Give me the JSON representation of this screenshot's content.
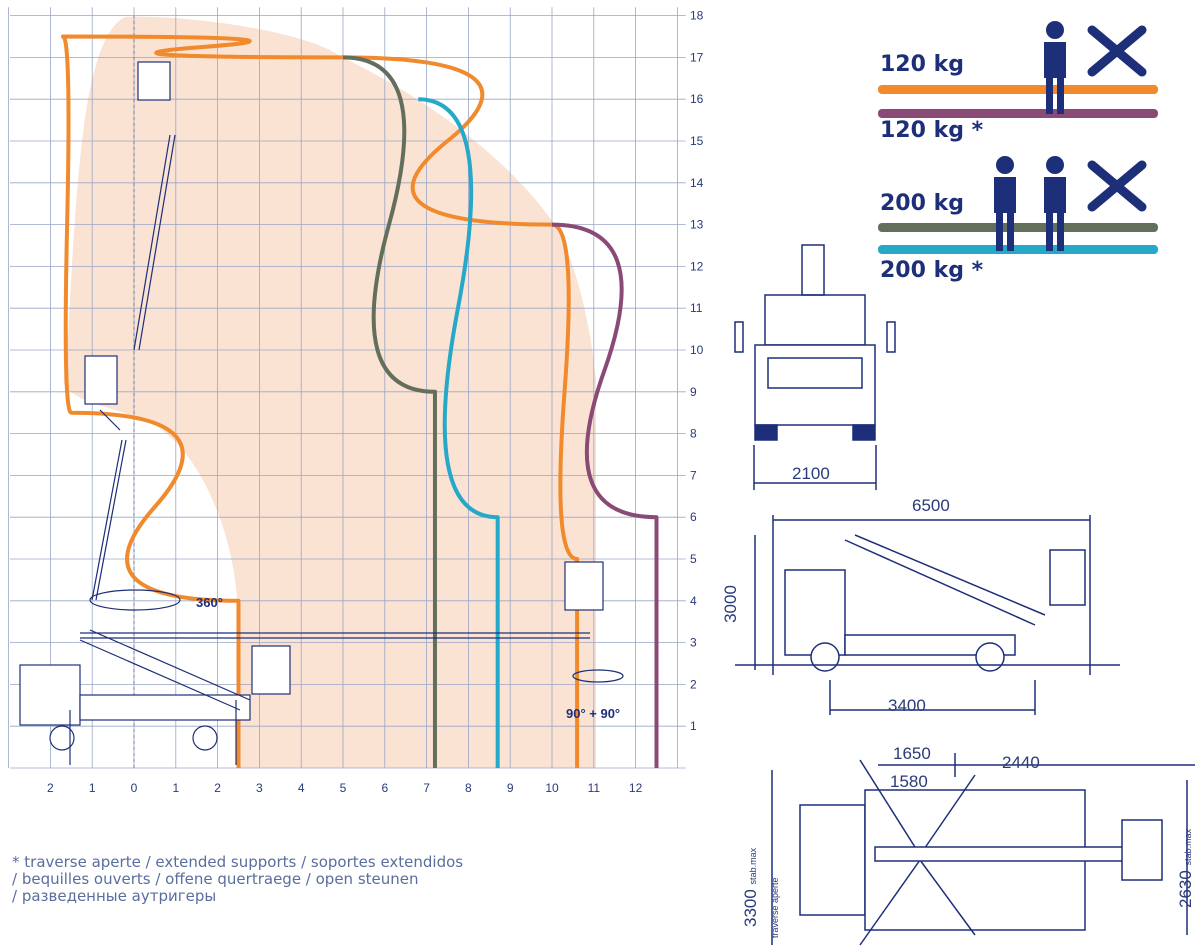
{
  "chart_data": {
    "type": "diagram",
    "x_ticks": [
      "2",
      "1",
      "0",
      "1",
      "2",
      "3",
      "4",
      "5",
      "6",
      "7",
      "8",
      "9",
      "10",
      "11",
      "12"
    ],
    "y_ticks": [
      "1",
      "2",
      "3",
      "4",
      "5",
      "6",
      "7",
      "8",
      "9",
      "10",
      "11",
      "12",
      "13",
      "14",
      "15",
      "16",
      "17",
      "18"
    ],
    "rotation_labels": [
      "360°",
      "90° + 90°"
    ],
    "series": [
      {
        "color": "#f08a2c",
        "values": [
          [
            2.5,
            0
          ],
          [
            2.5,
            4
          ],
          [
            -1.5,
            8.5
          ],
          [
            -1.7,
            17.5
          ],
          [
            5,
            17
          ],
          [
            10,
            13
          ],
          [
            10.6,
            5
          ],
          [
            10.6,
            0
          ]
        ]
      },
      {
        "color": "#8a4a76",
        "values": [
          [
            10,
            13
          ],
          [
            12.5,
            6
          ],
          [
            12.5,
            0
          ]
        ]
      },
      {
        "color": "#646e5c",
        "values": [
          [
            5,
            17
          ],
          [
            7.2,
            9
          ],
          [
            7.2,
            0
          ]
        ]
      },
      {
        "color": "#26a8c8",
        "values": [
          [
            6.8,
            16
          ],
          [
            8.7,
            6
          ],
          [
            8.7,
            0
          ]
        ]
      }
    ]
  },
  "legend": {
    "items": [
      {
        "label": "120 kg",
        "color": "#f08a2c"
      },
      {
        "label": "120 kg *",
        "color": "#8a4a76"
      },
      {
        "label": "200 kg",
        "color": "#646e5c"
      },
      {
        "label": "200 kg *",
        "color": "#26a8c8"
      }
    ]
  },
  "dimensions": {
    "front_width": "2100",
    "side_length": "6500",
    "side_height": "3000",
    "wheelbase": "3400",
    "top_a": "1650",
    "top_b": "1580",
    "top_c": "2440",
    "top_left_value": "3300",
    "top_left_label": "traverse aperte",
    "top_left_sub": "stab.max",
    "top_right_value": "2630",
    "top_right_sub": "stab.max"
  },
  "note": {
    "lines": [
      "* traverse aperte / extended supports / soportes extendidos",
      "/ bequilles ouverts / offene quertraege / open steunen",
      "/ разведенные аутригеры"
    ]
  },
  "colors": {
    "orange": "#f08a2c",
    "purple": "#8a4a76",
    "olive": "#646e5c",
    "cyan": "#26a8c8",
    "grid": "#9aa6c6",
    "fill": "#fbe3d3",
    "navy": "#1e2f7a"
  }
}
